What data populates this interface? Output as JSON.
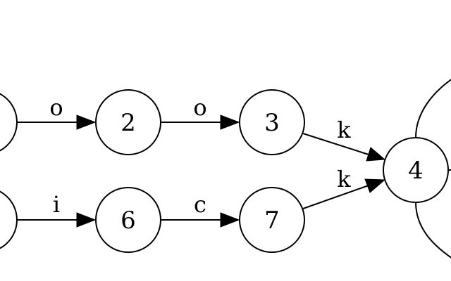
{
  "diagram": {
    "nodes": [
      {
        "id": "n1",
        "label": ""
      },
      {
        "id": "n2",
        "label": "2"
      },
      {
        "id": "n3",
        "label": "3"
      },
      {
        "id": "n4",
        "label": "4"
      },
      {
        "id": "n5",
        "label": ""
      },
      {
        "id": "n6",
        "label": "6"
      },
      {
        "id": "n7",
        "label": "7"
      }
    ],
    "edges": [
      {
        "from": "n1",
        "to": "n2",
        "label": "o"
      },
      {
        "from": "n2",
        "to": "n3",
        "label": "o"
      },
      {
        "from": "n3",
        "to": "n4",
        "label": "k"
      },
      {
        "from": "n5",
        "to": "n6",
        "label": "i"
      },
      {
        "from": "n6",
        "to": "n7",
        "label": "c"
      },
      {
        "from": "n7",
        "to": "n4",
        "label": "k"
      }
    ]
  }
}
